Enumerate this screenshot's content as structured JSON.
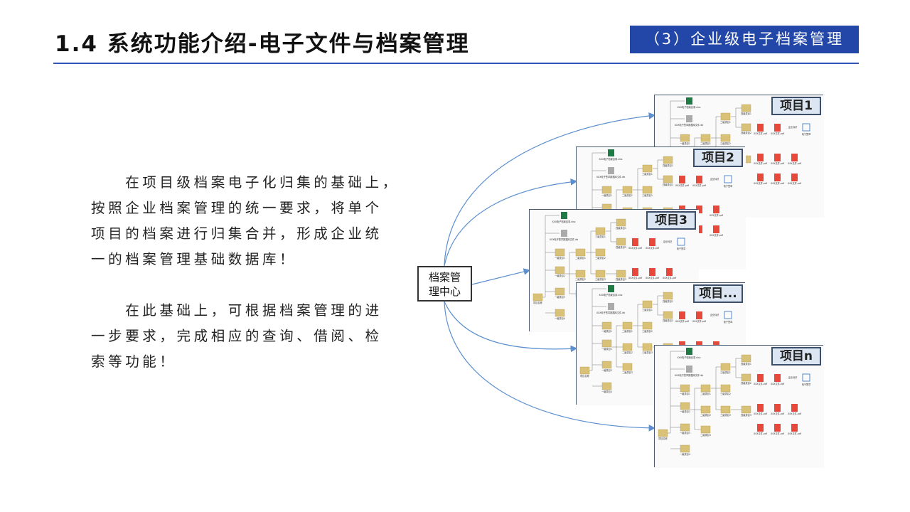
{
  "header": {
    "title": "1.4 系统功能介绍-电子文件与档案管理",
    "badge": "（3）企业级电子档案管理"
  },
  "body": {
    "paragraph1": [
      "　　在项目级档案电子化归集的基础上，",
      "按照企业档案管理的统一要求，将单个",
      "项目的档案进行归集合并，形成企业统",
      "一的档案管理基础数据库！"
    ],
    "paragraph2": [
      "　　在此基础上，可根据档案管理的进",
      "一步要求，完成相应的查询、借阅、检",
      "索等功能！"
    ]
  },
  "hub": {
    "line1": "档案管",
    "line2": "理中心"
  },
  "projects": [
    {
      "label": "项目1"
    },
    {
      "label": "项目2"
    },
    {
      "label": "项目3"
    },
    {
      "label": "项目..."
    },
    {
      "label": "项目n"
    }
  ],
  "tree_labels": {
    "excel": "XXX电子档案目录.xlsx",
    "db": "XXX电子签章数据库文件.db",
    "root": "项目名称",
    "l1": [
      "一级类目1",
      "一级类目2",
      "一级类目3",
      "一级类目4"
    ],
    "l2": [
      "二级类目1",
      "二级类目2",
      "二级类目3"
    ],
    "l3": [
      "三级类目1",
      "三级类目2",
      "三级类目3"
    ],
    "l4": [
      "四级类目1",
      "四级类目2",
      "四级类目3"
    ],
    "pdf": "XXX文件.pdf",
    "stamp": "企业标识",
    "esign": "电子签章"
  },
  "colors": {
    "accent": "#2347a8",
    "rule": "#2f55b8",
    "arrow": "#5b8fd0",
    "folder": "#d9c178",
    "pdf": "#e8483a",
    "excel": "#1f7a45"
  }
}
